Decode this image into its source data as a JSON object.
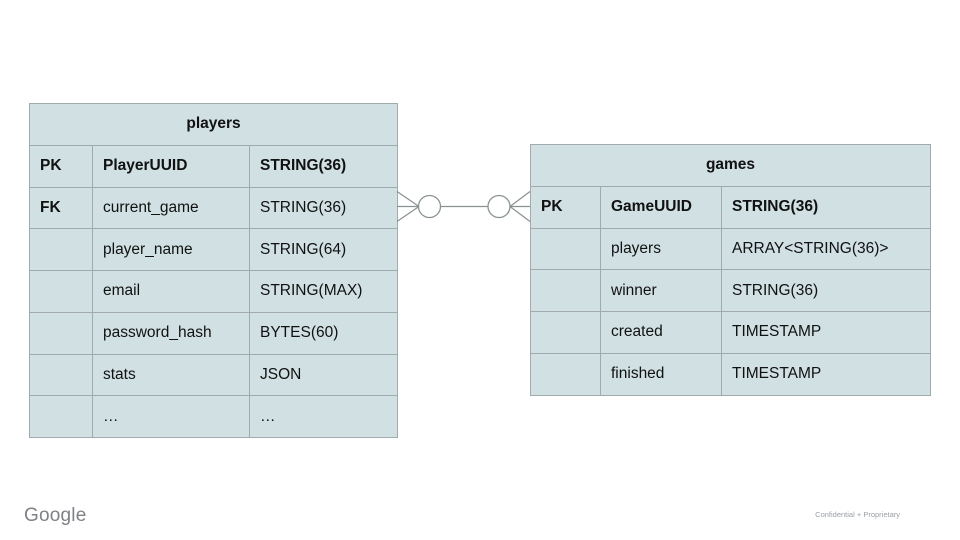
{
  "slide": {
    "background": "#ffffff"
  },
  "colors": {
    "table_fill": "#d0e0e3",
    "table_border": "#a2abac",
    "connector_stroke": "#8a9394",
    "text": "#111111",
    "brand_gray": "#7d8287",
    "confidential_gray": "#9aa0a6"
  },
  "tables": {
    "players": {
      "title": "players",
      "rows": [
        {
          "key": "PK",
          "name": "PlayerUUID",
          "type": "STRING(36)"
        },
        {
          "key": "FK",
          "name": "current_game",
          "type": "STRING(36)"
        },
        {
          "key": "",
          "name": "player_name",
          "type": "STRING(64)"
        },
        {
          "key": "",
          "name": "email",
          "type": "STRING(MAX)"
        },
        {
          "key": "",
          "name": "password_hash",
          "type": "BYTES(60)"
        },
        {
          "key": "",
          "name": "stats",
          "type": "JSON"
        },
        {
          "key": "",
          "name": "…",
          "type": "…"
        }
      ]
    },
    "games": {
      "title": "games",
      "rows": [
        {
          "key": "PK",
          "name": "GameUUID",
          "type": "STRING(36)"
        },
        {
          "key": "",
          "name": "players",
          "type": "ARRAY<STRING(36)>"
        },
        {
          "key": "",
          "name": "winner",
          "type": "STRING(36)"
        },
        {
          "key": "",
          "name": "created",
          "type": "TIMESTAMP"
        },
        {
          "key": "",
          "name": "finished",
          "type": "TIMESTAMP"
        }
      ]
    }
  },
  "relationship": {
    "from_table": "players",
    "from_field": "current_game",
    "to_table": "games",
    "to_field": "GameUUID",
    "left_cardinality": "zero-or-many",
    "right_cardinality": "zero-or-many"
  },
  "footer": {
    "brand": "Google",
    "confidentiality": "Confidential + Proprietary"
  }
}
